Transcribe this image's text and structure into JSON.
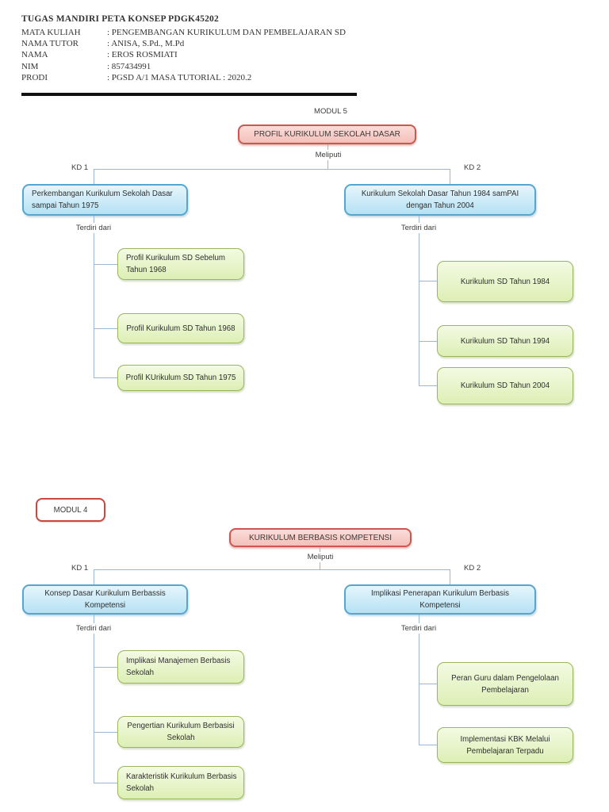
{
  "header": {
    "title": "TUGAS MANDIRI PETA KONSEP  PDGK45202",
    "rows": [
      {
        "label": "MATA KULIAH",
        "value": ": PENGEMBANGAN KURIKULUM DAN PEMBELAJARAN SD"
      },
      {
        "label": "NAMA TUTOR",
        "value": ": ANISA, S.Pd.,  M.Pd"
      },
      {
        "label": "NAMA",
        "value": ": EROS ROSMIATI"
      },
      {
        "label": "NIM",
        "value": ": 857434991"
      },
      {
        "label": "PRODI",
        "value": ": PGSD A/1 MASA TUTORIAL : 2020.2"
      }
    ]
  },
  "diagram1": {
    "modul_label": "MODUL 5",
    "root": "PROFIL KURIKULUM SEKOLAH DASAR",
    "branch_label": "Meliputi",
    "kd_left": "KD 1",
    "kd_right": "KD 2",
    "terdiri_left": "Terdiri dari",
    "terdiri_right": "Terdiri dari",
    "left_parent": {
      "line1": "Perkembangan Kurikulum Sekolah Dasar",
      "line2": "sampai Tahun 1975"
    },
    "right_parent": {
      "line1": "Kurikulum Sekolah Dasar Tahun 1984 samPAI",
      "line2": "dengan Tahun 2004"
    },
    "left_children": [
      {
        "line1": "Profil Kurikulum SD Sebelum",
        "line2": "Tahun 1968"
      },
      {
        "line1": "Profil Kurikulum SD Tahun 1968"
      },
      {
        "line1": "Profil KUrikulum SD Tahun  1975"
      }
    ],
    "right_children": [
      {
        "line1": "Kurikulum SD Tahun 1984"
      },
      {
        "line1": "Kurikulum SD Tahun 1994"
      },
      {
        "line1": "Kurikulum SD Tahun 2004"
      }
    ]
  },
  "diagram2": {
    "modul_badge": "MODUL 4",
    "root": "KURIKULUM BERBASIS KOMPETENSI",
    "branch_label": "Meliputi",
    "kd_left": "KD 1",
    "kd_right": "KD 2",
    "terdiri_left": "Terdiri dari",
    "terdiri_right": "Terdiri dari",
    "left_parent": {
      "line1": "Konsep Dasar Kurikulum Berbassis",
      "line2": "Kompetensi"
    },
    "right_parent": {
      "line1": "Implikasi Penerapan Kurikulum Berbasis",
      "line2": "Kompetensi"
    },
    "left_children": [
      {
        "line1": "Implikasi Manajemen Berbasis",
        "line2": "Sekolah"
      },
      {
        "line1": "Pengertian Kurikulum Berbasisi",
        "line2": "Sekolah"
      },
      {
        "line1": "Karakteristik Kurikulum Berbasis",
        "line2": "Sekolah"
      }
    ],
    "right_children": [
      {
        "line1": "Peran Guru dalam Pengelolaan",
        "line2": "Pembelajaran"
      },
      {
        "line1": "Implementasi KBK Melalui",
        "line2": "Pembelajaran Terpadu"
      }
    ]
  },
  "colors": {
    "root_fill_top": "#fbdcd8",
    "root_fill_bottom": "#f4c0ba",
    "root_border": "#cd5750",
    "parent_fill_top": "#e6f5fc",
    "parent_fill_bottom": "#b5e2f4",
    "parent_border": "#56a7d0",
    "child_fill_top": "#f3fae2",
    "child_fill_bottom": "#ddefb5",
    "child_border": "#9ab75c",
    "connector": "#9cb6d6",
    "modul_badge_border": "#cc4742",
    "header_rule": "#111111"
  }
}
